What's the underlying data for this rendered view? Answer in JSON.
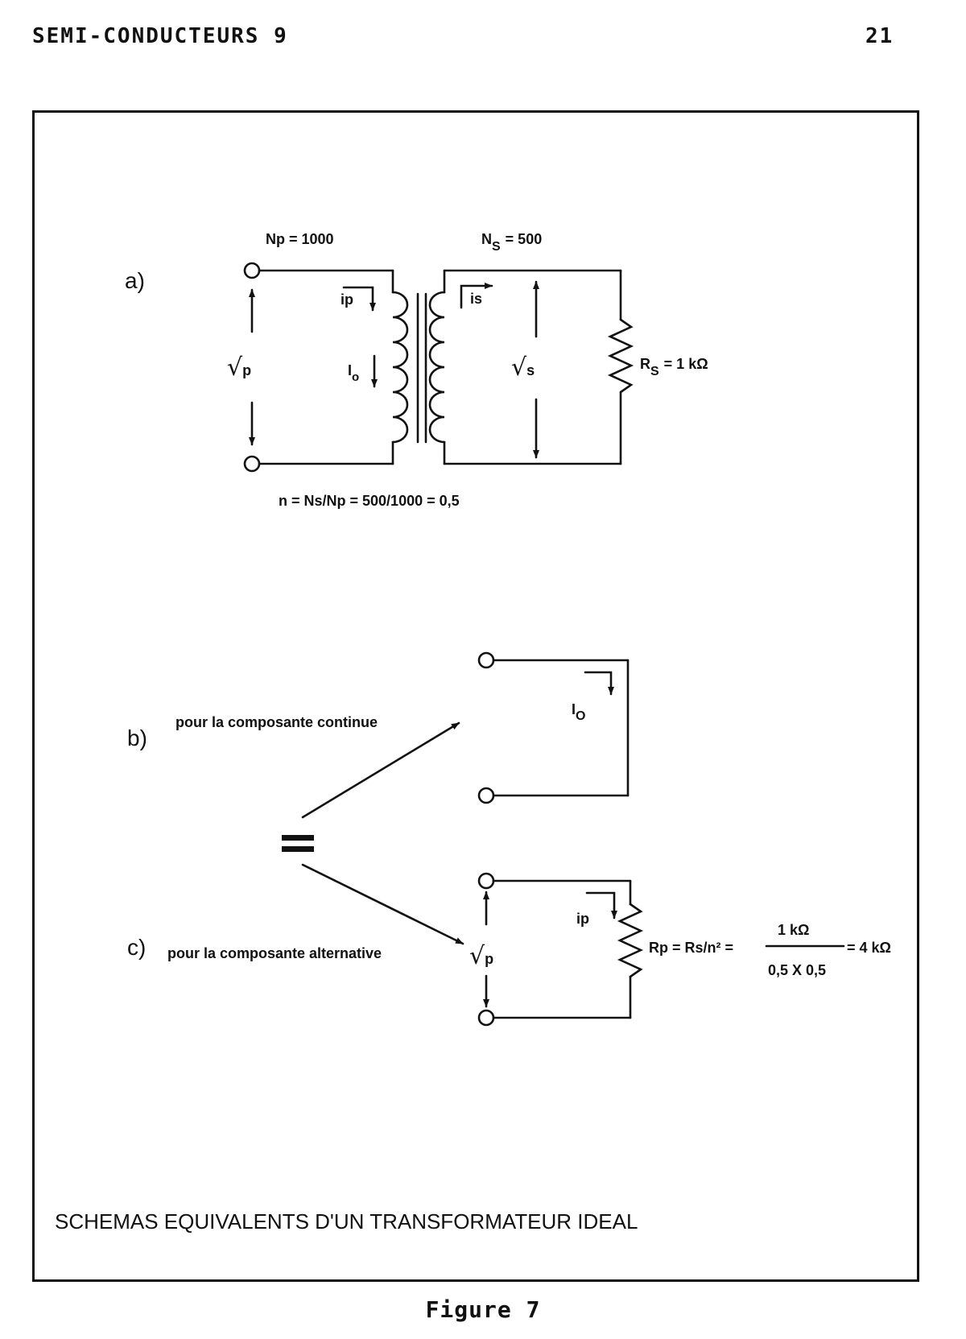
{
  "header": {
    "title": "SEMI-CONDUCTEURS 9",
    "page_number": "21"
  },
  "figure": {
    "caption": "Figure 7",
    "title": "SCHEMAS EQUIVALENTS D'UN TRANSFORMATEUR IDEAL"
  },
  "part_a": {
    "label": "a)",
    "np": "Np = 1000",
    "ns": "N",
    "ns_sub": "S",
    "ns_value": "= 500",
    "vp_symbol": "√",
    "vp_sub": "p",
    "ip": "ip",
    "io": "I",
    "io_sub": "o",
    "is": "is",
    "vs_symbol": "√",
    "vs_sub": "s",
    "rs": "R",
    "rs_sub": "S",
    "rs_value": "= 1 kΩ",
    "ratio": "n = Ns/Np = 500/1000 = 0,5"
  },
  "part_b": {
    "label": "b)",
    "caption": "pour la composante continue",
    "io": "I",
    "io_sub": "O"
  },
  "equals_symbol": "=",
  "part_c": {
    "label": "c)",
    "caption": "pour la composante alternative",
    "vp_symbol": "√",
    "vp_sub": "p",
    "ip": "ip",
    "rp_formula": "Rp = Rs/n² =",
    "numerator": "1 kΩ",
    "denominator": "0,5 X 0,5",
    "result": "= 4 kΩ"
  }
}
